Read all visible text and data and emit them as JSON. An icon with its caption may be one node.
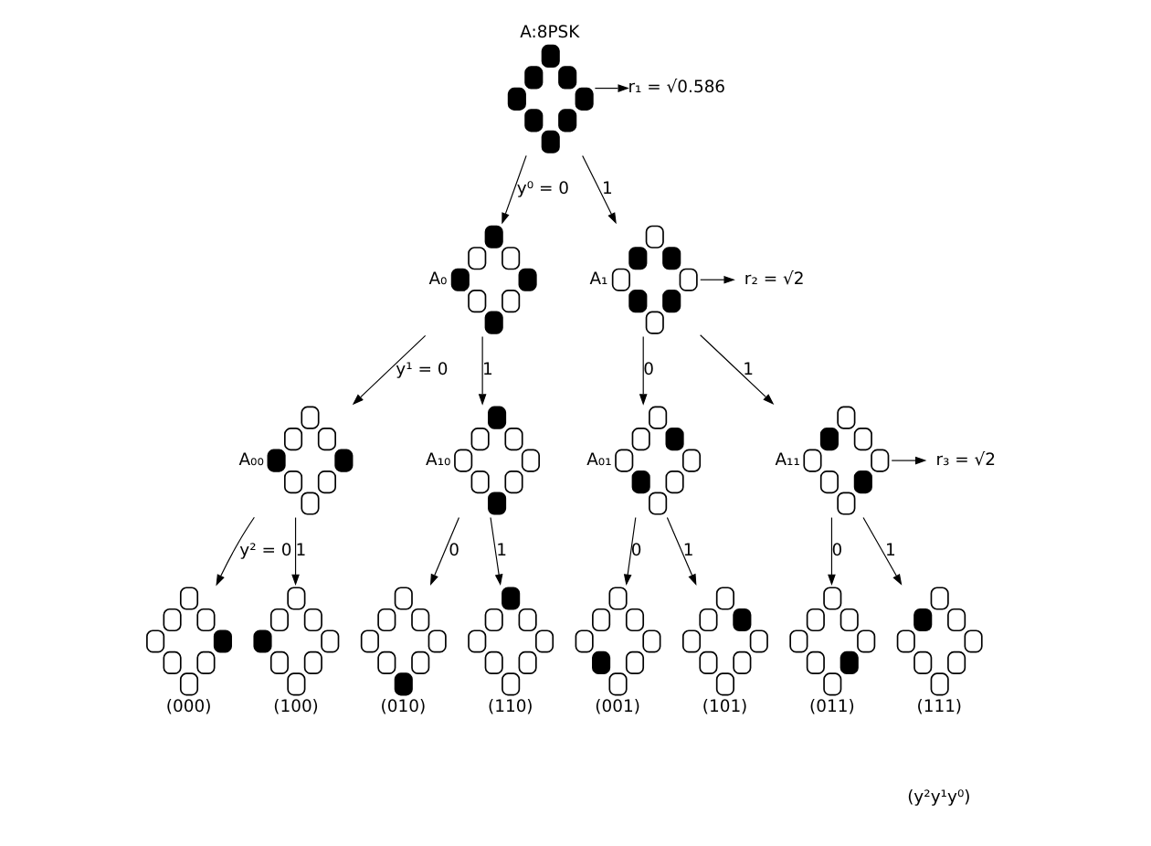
{
  "diagram": {
    "nodes": [
      {
        "text": [
          "A:8PSK"
        ]
      },
      {
        "text": [
          "r₁ = √0.586"
        ]
      },
      {
        "text": [
          "A₀"
        ]
      },
      {
        "text": [
          "A₁"
        ]
      },
      {
        "text": [
          "r₂ = √2"
        ]
      },
      {
        "text": [
          "A₀₀"
        ]
      },
      {
        "text": [
          "A₁₀"
        ]
      },
      {
        "text": [
          "A₀₁"
        ]
      },
      {
        "text": [
          "r₃ = √2"
        ]
      },
      {
        "text": [
          "A₁₁"
        ]
      },
      {
        "text": [
          "(000)"
        ]
      },
      {
        "text": [
          "(100)"
        ]
      },
      {
        "text": [
          "(010)"
        ]
      },
      {
        "text": [
          "(110)"
        ]
      },
      {
        "text": [
          "(001)"
        ]
      },
      {
        "text": [
          "(101)"
        ]
      },
      {
        "text": [
          "(011)"
        ]
      },
      {
        "text": [
          "(111)"
        ]
      }
    ],
    "edges": [
      {
        "from": 0,
        "to": 1,
        "arrow": "to"
      },
      {
        "from": 0,
        "to": 2,
        "arrow": "to",
        "label": "y⁰ = 0"
      },
      {
        "from": 0,
        "to": 3,
        "arrow": "to",
        "label": "1"
      },
      {
        "from": 3,
        "to": 4,
        "arrow": "to"
      },
      {
        "from": 2,
        "to": 5,
        "arrow": "to",
        "label": "y¹ = 0"
      },
      {
        "from": 2,
        "to": 6,
        "arrow": "to",
        "label": "1"
      },
      {
        "from": 3,
        "to": 7,
        "arrow": "to",
        "label": "0"
      },
      {
        "from": 3,
        "to": 9,
        "arrow": "to",
        "label": "1"
      },
      {
        "from": 9,
        "to": 8,
        "arrow": "to"
      },
      {
        "from": 5,
        "to": 10,
        "arrow": "to",
        "label": "y² = 0"
      },
      {
        "from": 5,
        "to": 11,
        "arrow": "to",
        "label": "1"
      },
      {
        "from": 6,
        "to": 12,
        "arrow": "to",
        "label": "0"
      },
      {
        "from": 6,
        "to": 13,
        "arrow": "to",
        "label": "1"
      },
      {
        "from": 7,
        "to": 14,
        "arrow": "to",
        "label": "0"
      },
      {
        "from": 7,
        "to": 15,
        "arrow": "to",
        "label": "1"
      },
      {
        "from": 9,
        "to": 16,
        "arrow": "to",
        "label": "0"
      },
      {
        "from": 9,
        "to": 17,
        "arrow": "to",
        "label": "1"
      }
    ],
    "labels": [
      "(y²y¹y⁰)"
    ]
  }
}
